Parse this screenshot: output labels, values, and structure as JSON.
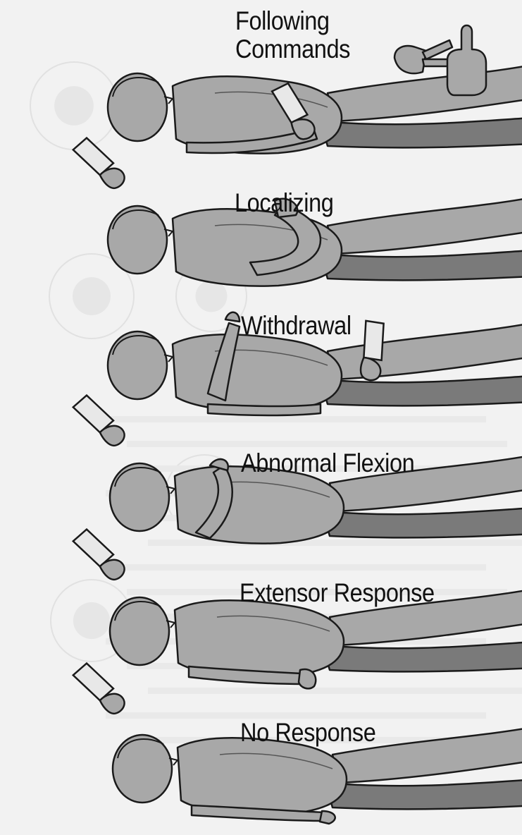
{
  "figure": {
    "panels": [
      {
        "id": "following",
        "label_lines": [
          "Following",
          "Commands"
        ],
        "examiner_action": "hand-grip",
        "signs": [
          "victory-hand-sign-icon",
          "thumbs-up-icon"
        ],
        "arm_pose": "gripped-hand"
      },
      {
        "id": "localizing",
        "label_lines": [
          "Localizing"
        ],
        "examiner_action": "pinch-nose",
        "arm_pose": "hand-to-face"
      },
      {
        "id": "withdrawal",
        "label_lines": [
          "Withdrawal"
        ],
        "examiner_action": "pinch-hand",
        "arm_pose": "arm-raised-away"
      },
      {
        "id": "abnormal-flexion",
        "label_lines": [
          "Abnormal Flexion"
        ],
        "examiner_action": "pinch-nose",
        "arm_pose": "arms-flexed-chest"
      },
      {
        "id": "extensor-response",
        "label_lines": [
          "Extensor Response"
        ],
        "examiner_action": "pinch-nose",
        "arm_pose": "arms-extended-fist"
      },
      {
        "id": "no-response",
        "label_lines": [
          "No Response"
        ],
        "examiner_action": "pinch-nose",
        "arm_pose": "arms-limp"
      }
    ],
    "colors": {
      "background": "#f2f2f2",
      "body_fill": "#a8a8a8",
      "body_shadow": "#7a7a7a",
      "outline": "#1a1a1a",
      "sleeve": "#e8e8e8",
      "faint_print": "#d4d4d4"
    }
  }
}
